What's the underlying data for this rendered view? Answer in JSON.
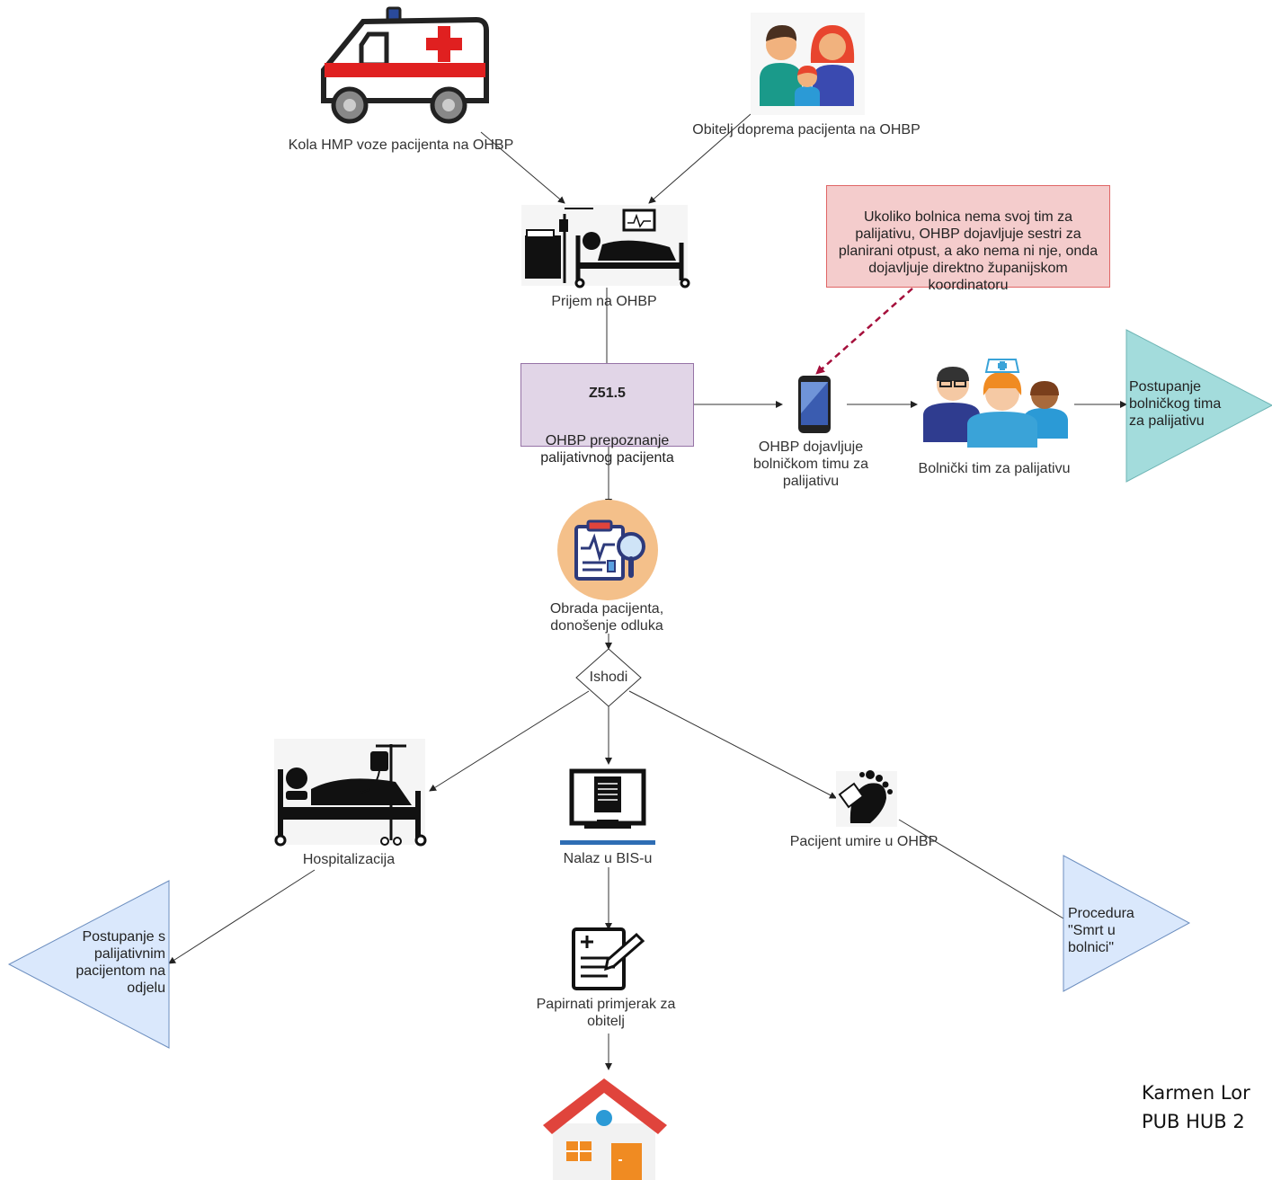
{
  "nodes": {
    "ambulance": {
      "icon": "ambulance-icon",
      "label": "Kola HMP voze pacijenta na OHBP"
    },
    "family": {
      "icon": "family-icon",
      "label": "Obitelj doprema pacijenta na OHBP"
    },
    "admission": {
      "icon": "hospital-bed-monitor-icon",
      "label": "Prijem na OHBP"
    },
    "note": {
      "label": "Ukoliko bolnica nema svoj tim za palijativu, OHBP dojavljuje sestri za planirani otpust, a ako nema ni nje, onda dojavljuje direktno županijskom koordinatoru"
    },
    "recognition": {
      "code": "Z51.5",
      "label": "OHBP prepoznanje palijativnog pacijenta"
    },
    "phone": {
      "icon": "smartphone-icon",
      "label": "OHBP dojavljuje bolničkom timu za palijativu"
    },
    "team": {
      "icon": "medical-team-icon",
      "label": "Bolnički tim za palijativu"
    },
    "team_action": {
      "label": "Postupanje bolničkog tima za palijativu"
    },
    "processing": {
      "icon": "clipboard-diagnosis-icon",
      "label": "Obrada pacijenta, donošenje odluka"
    },
    "decision": {
      "label": "Ishodi"
    },
    "hospitalization": {
      "icon": "hospital-bed-iv-icon",
      "label": "Hospitalizacija"
    },
    "ward_action": {
      "label": "Postupanje s palijativnim pacijentom na odjelu"
    },
    "bis": {
      "icon": "computer-document-icon",
      "label": "Nalaz u BIS-u"
    },
    "death": {
      "icon": "toe-tag-icon",
      "label": "Pacijent umire u OHBP"
    },
    "death_procedure": {
      "label": "Procedura \"Smrt u bolnici\""
    },
    "paper": {
      "icon": "document-edit-icon",
      "label": "Papirnati primjerak za obitelj"
    },
    "home": {
      "icon": "house-icon"
    }
  },
  "author": "Karmen Lor\nPUB HUB 2",
  "colors": {
    "note_fill": "#f4cccc",
    "note_border": "#e06666",
    "recognition_fill": "#e1d5e7",
    "recognition_border": "#9673a6",
    "teal_fill": "#a3dcdc",
    "blue_fill": "#dae8fc",
    "blue_border": "#6c8ebf",
    "dashed_arrow": "#a50f3b"
  }
}
